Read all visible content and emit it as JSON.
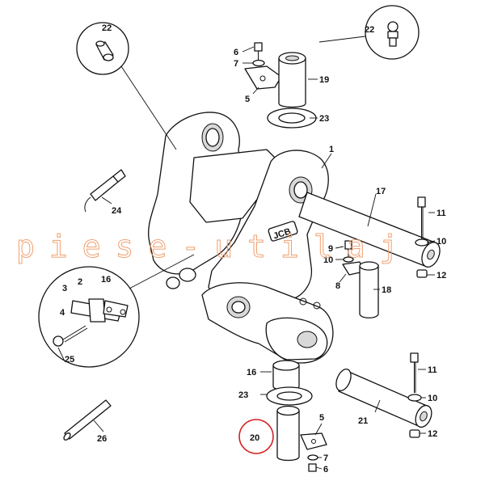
{
  "watermark": {
    "text": "piese-utilaj",
    "color": "#f0a070"
  },
  "highlight": {
    "label": "20",
    "color": "#d42020"
  },
  "callouts": [
    {
      "id": "22a",
      "text": "22"
    },
    {
      "id": "22b",
      "text": "22"
    },
    {
      "id": "6a",
      "text": "6"
    },
    {
      "id": "7a",
      "text": "7"
    },
    {
      "id": "19",
      "text": "19"
    },
    {
      "id": "5a",
      "text": "5"
    },
    {
      "id": "23a",
      "text": "23"
    },
    {
      "id": "1",
      "text": "1"
    },
    {
      "id": "17",
      "text": "17"
    },
    {
      "id": "24",
      "text": "24"
    },
    {
      "id": "11a",
      "text": "11"
    },
    {
      "id": "10a",
      "text": "10"
    },
    {
      "id": "9",
      "text": "9"
    },
    {
      "id": "10b",
      "text": "10"
    },
    {
      "id": "12a",
      "text": "12"
    },
    {
      "id": "8",
      "text": "8"
    },
    {
      "id": "18",
      "text": "18"
    },
    {
      "id": "3",
      "text": "3"
    },
    {
      "id": "2",
      "text": "2"
    },
    {
      "id": "16a",
      "text": "16"
    },
    {
      "id": "4",
      "text": "4"
    },
    {
      "id": "25",
      "text": "25"
    },
    {
      "id": "16b",
      "text": "16"
    },
    {
      "id": "11b",
      "text": "11"
    },
    {
      "id": "23b",
      "text": "23"
    },
    {
      "id": "10c",
      "text": "10"
    },
    {
      "id": "5b",
      "text": "5"
    },
    {
      "id": "21",
      "text": "21"
    },
    {
      "id": "20",
      "text": "20"
    },
    {
      "id": "12b",
      "text": "12"
    },
    {
      "id": "26",
      "text": "26"
    },
    {
      "id": "7b",
      "text": "7"
    },
    {
      "id": "6b",
      "text": "6"
    }
  ],
  "brand": {
    "logo_text": "JCB"
  }
}
